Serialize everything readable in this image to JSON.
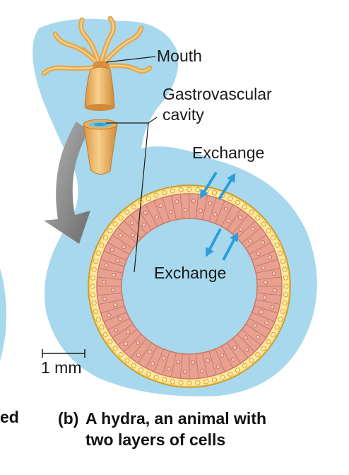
{
  "labels": {
    "mouth": "Mouth",
    "gastrovascular_line1": "Gastrovascular",
    "gastrovascular_line2": "cavity",
    "exchange_outer": "Exchange",
    "exchange_inner": "Exchange",
    "scale": "1 mm"
  },
  "caption": {
    "prefix": "(b)",
    "line1": "A hydra, an animal with",
    "line2": "two layers of cells",
    "left_fragment": "ed"
  },
  "colors": {
    "background_blue": "#a8d8ee",
    "hydra_body": "#e8b060",
    "outer_layer": "#f0c04a",
    "inner_layer": "#e8a090",
    "arrow_blue": "#2b9fd9",
    "big_arrow_gray": "#8a8a8a"
  },
  "icons": {
    "exchange_arrows": "double-arrow-icon",
    "transition_arrow": "curved-arrow-icon"
  }
}
